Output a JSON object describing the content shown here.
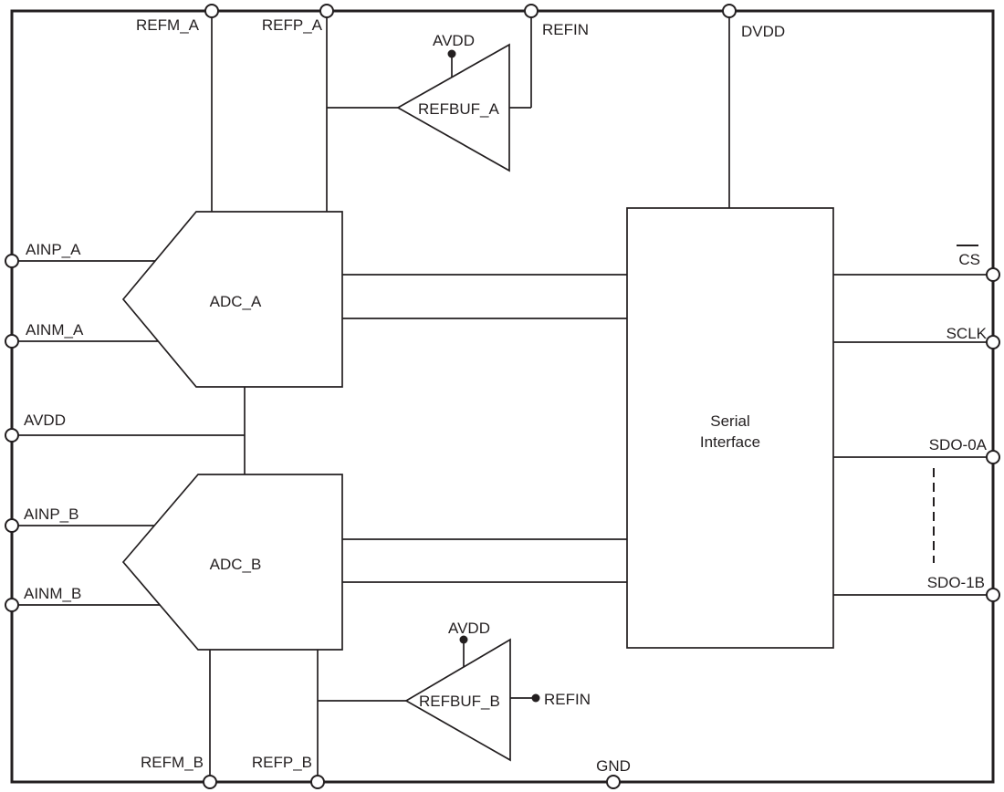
{
  "colors": {
    "line": "#231f20",
    "background": "#ffffff"
  },
  "blocks": {
    "adc_a": {
      "label": "ADC_A"
    },
    "adc_b": {
      "label": "ADC_B"
    },
    "refbuf_a": {
      "label": "REFBUF_A"
    },
    "refbuf_b": {
      "label": "REFBUF_B"
    },
    "serial_interface": {
      "lines": [
        "Serial",
        "Interface"
      ]
    }
  },
  "pins": {
    "top": {
      "refm_a": {
        "label": "REFM_A"
      },
      "refp_a": {
        "label": "REFP_A"
      },
      "refin": {
        "label": "REFIN"
      },
      "dvdd": {
        "label": "DVDD"
      }
    },
    "left": {
      "ainp_a": {
        "label": "AINP_A"
      },
      "ainm_a": {
        "label": "AINM_A"
      },
      "avdd": {
        "label": "AVDD"
      },
      "ainp_b": {
        "label": "AINP_B"
      },
      "ainm_b": {
        "label": "AINM_B"
      }
    },
    "right": {
      "cs": {
        "label": "CS",
        "overline": true
      },
      "sclk": {
        "label": "SCLK"
      },
      "sdo_0a": {
        "label": "SDO-0A"
      },
      "sdo_1b": {
        "label": "SDO-1B"
      }
    },
    "bottom": {
      "refm_b": {
        "label": "REFM_B"
      },
      "refp_b": {
        "label": "REFP_B"
      },
      "gnd": {
        "label": "GND"
      }
    }
  },
  "taps": {
    "refbuf_a_avdd": {
      "label": "AVDD"
    },
    "refbuf_b_avdd": {
      "label": "AVDD"
    },
    "refbuf_b_refin": {
      "label": "REFIN"
    }
  }
}
